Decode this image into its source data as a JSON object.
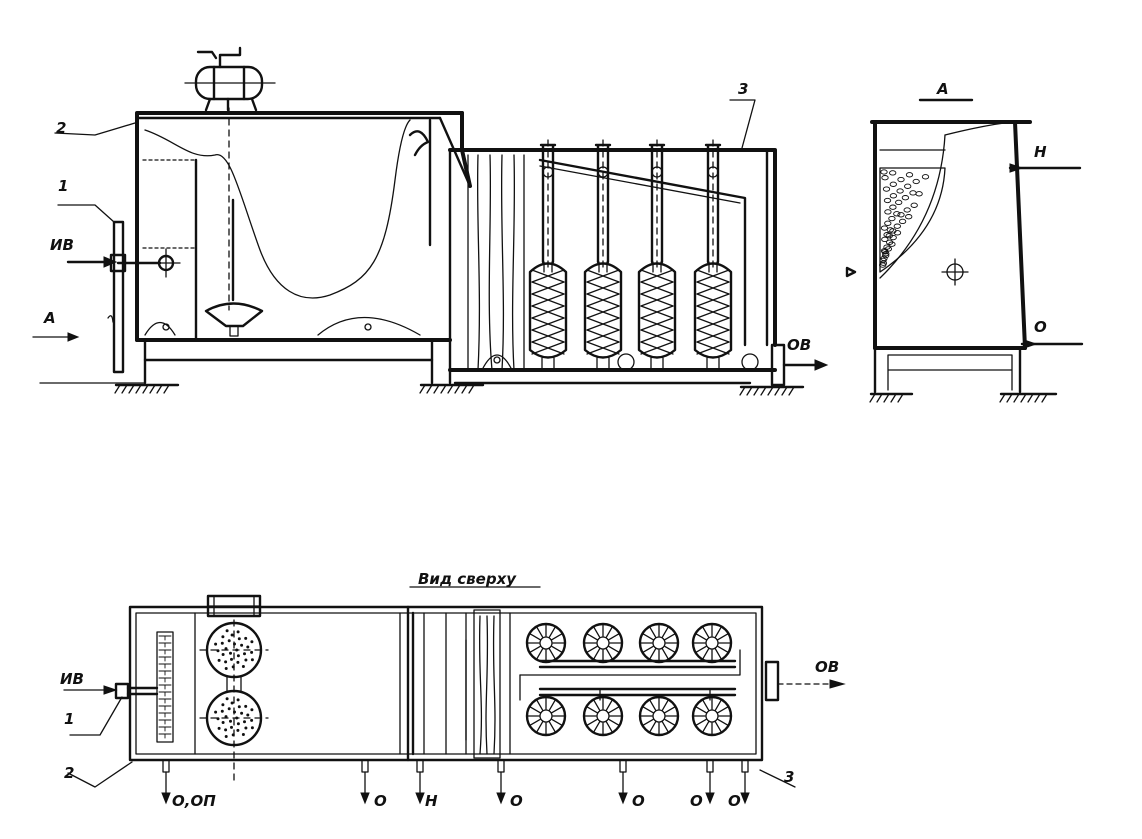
{
  "drawing": {
    "labels": {
      "iv": "ИВ",
      "a_arrow": "А",
      "ov": "ОВ",
      "n": "Н",
      "o": "О",
      "o_op": "О,ОП",
      "num_1": "1",
      "num_2": "2",
      "num_3": "3",
      "section_a": "А",
      "top_view_title": "Вид сверху"
    },
    "icons": [
      "compressor-icon",
      "valve-icon",
      "ground-hatch-icon",
      "rotor-disc-icon",
      "filter-cylinder-icon",
      "arrow-icon"
    ],
    "colors": {
      "ink": "#111111",
      "paper": "#ffffff"
    }
  }
}
